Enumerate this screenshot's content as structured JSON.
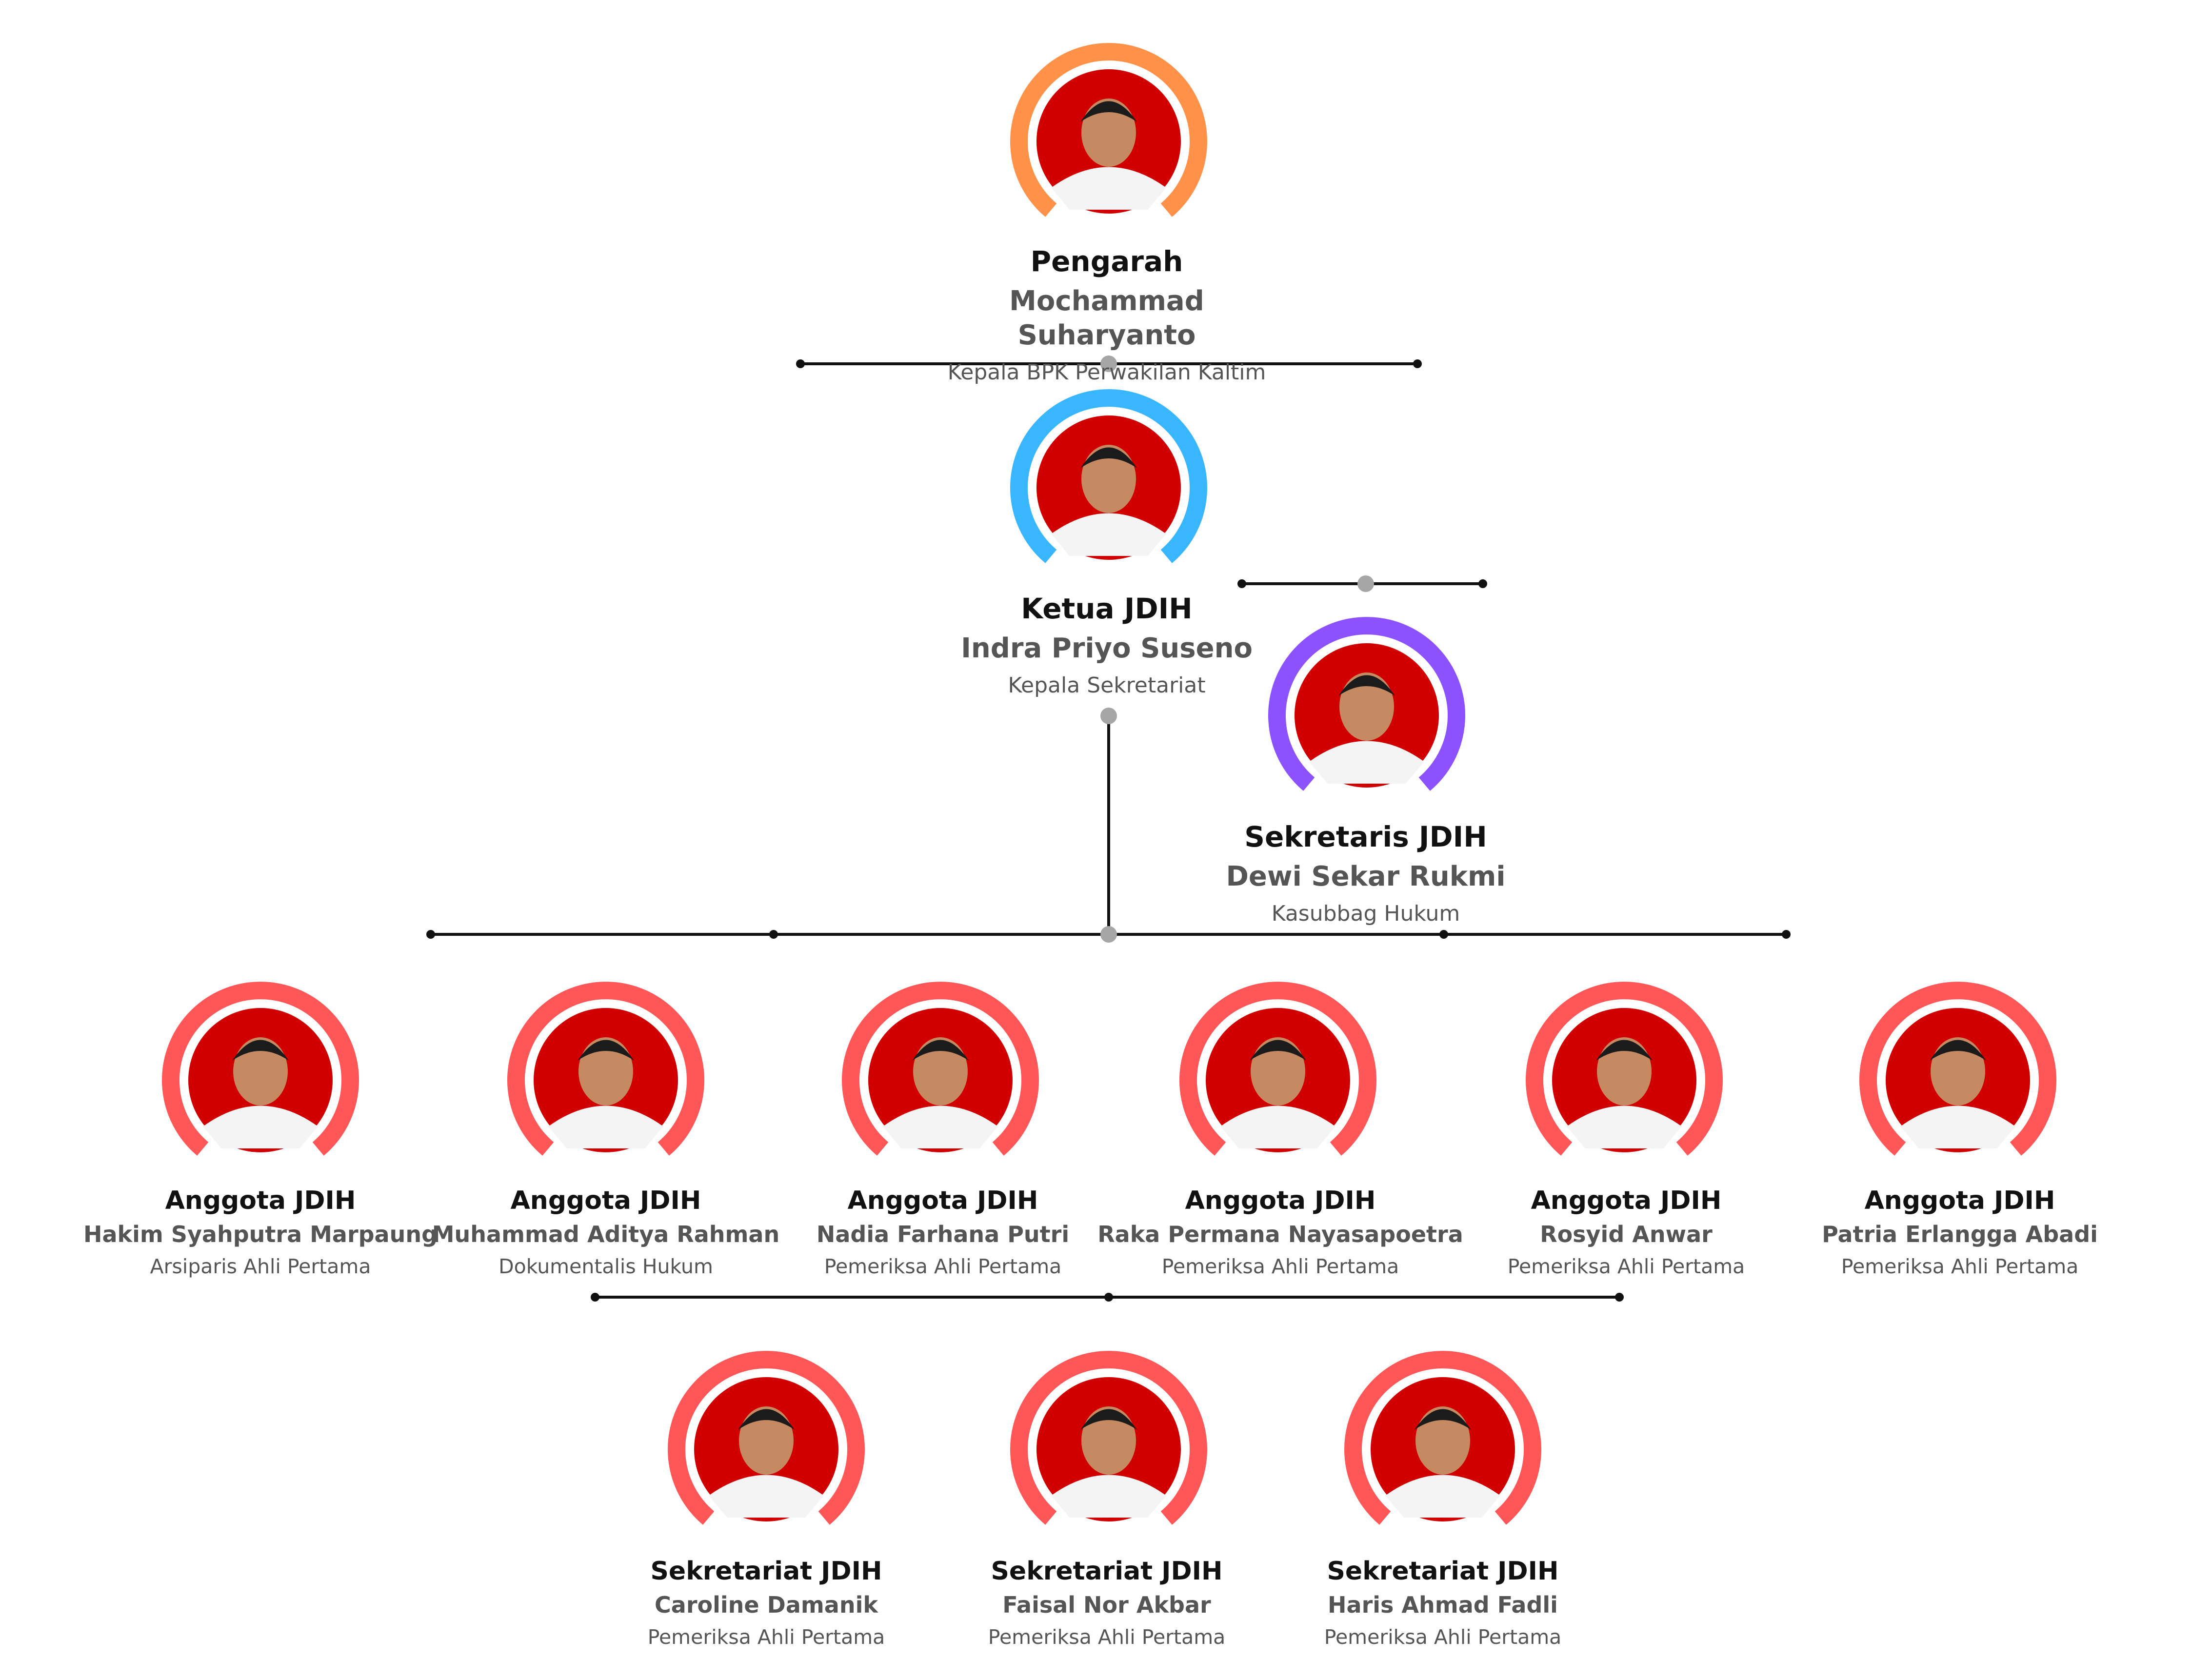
{
  "colors": {
    "pengarah_ring": "#ff9148",
    "ketua_ring": "#38b6ff",
    "sekretaris_ring": "#8c52ff",
    "member_ring": "#ff5757",
    "photo_bg": "#d10000",
    "line": "#111111",
    "node": "#a6a6a6"
  },
  "pengarah": {
    "role": "Pengarah",
    "name": "Mochammad Suharyanto",
    "title": "Kepala BPK Perwakilan Kaltim"
  },
  "ketua": {
    "role": "Ketua JDIH",
    "name": "Indra Priyo Suseno",
    "title": "Kepala Sekretariat"
  },
  "sekretaris": {
    "role": "Sekretaris JDIH",
    "name": "Dewi Sekar Rukmi",
    "title": "Kasubbag Hukum"
  },
  "anggota": [
    {
      "role": "Anggota JDIH",
      "name": "Hakim Syahputra Marpaung",
      "title": "Arsiparis Ahli Pertama"
    },
    {
      "role": "Anggota JDIH",
      "name": "Muhammad Aditya Rahman",
      "title": "Dokumentalis Hukum"
    },
    {
      "role": "Anggota JDIH",
      "name": "Nadia Farhana Putri",
      "title": "Pemeriksa Ahli Pertama"
    },
    {
      "role": "Anggota JDIH",
      "name": "Raka Permana Nayasapoetra",
      "title": "Pemeriksa Ahli Pertama"
    },
    {
      "role": "Anggota JDIH",
      "name": "Rosyid Anwar",
      "title": "Pemeriksa Ahli Pertama"
    },
    {
      "role": "Anggota JDIH",
      "name": "Patria Erlangga Abadi",
      "title": "Pemeriksa Ahli Pertama"
    }
  ],
  "sekretariat": [
    {
      "role": "Sekretariat JDIH",
      "name": "Caroline Damanik",
      "title": "Pemeriksa Ahli Pertama"
    },
    {
      "role": "Sekretariat JDIH",
      "name": "Faisal Nor Akbar",
      "title": "Pemeriksa Ahli Pertama"
    },
    {
      "role": "Sekretariat JDIH",
      "name": "Haris Ahmad Fadli",
      "title": "Pemeriksa Ahli Pertama"
    }
  ]
}
